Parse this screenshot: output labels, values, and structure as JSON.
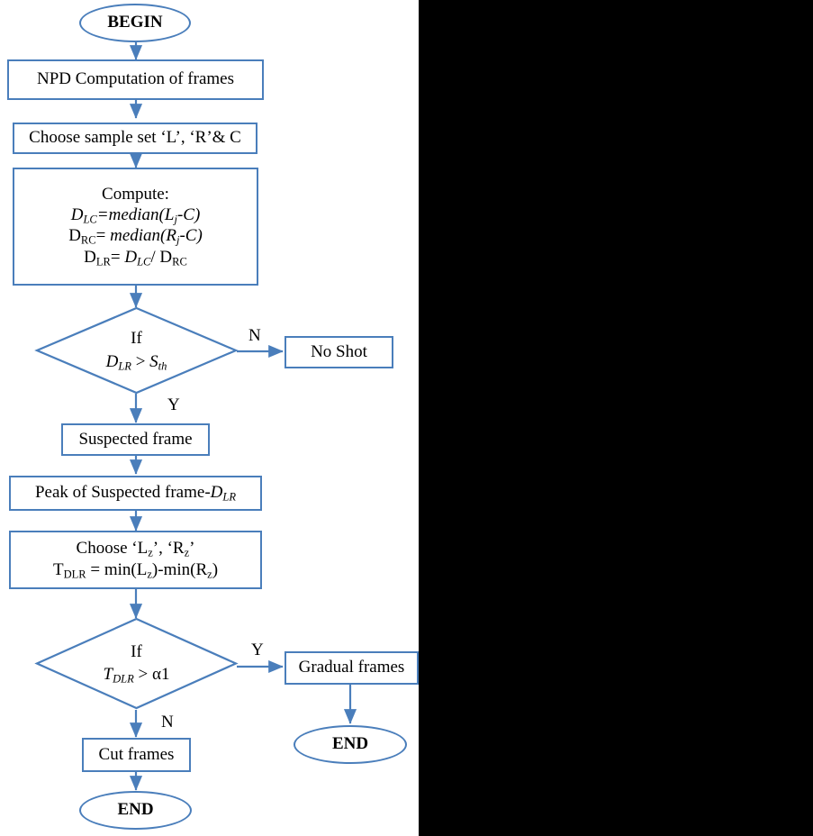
{
  "figure": {
    "type": "flowchart",
    "title": "Shot boundary detection flowchart",
    "colors": {
      "border": "#4A7EBB",
      "arrow": "#4A7EBB",
      "text": "#000000",
      "page_background": "#FFFFFF",
      "outer_background": "#000000"
    }
  },
  "nodes": {
    "begin": {
      "label": "BEGIN",
      "shape": "terminator"
    },
    "npd": {
      "label": "NPD Computation of frames",
      "shape": "process"
    },
    "choose_sample": {
      "label": "Choose sample set ‘L’, ‘R’& C",
      "shape": "process"
    },
    "compute": {
      "shape": "process",
      "line1": "Compute:",
      "line2": {
        "lhs": "D",
        "lhs_sub": "LC",
        "eq": "=",
        "fn": "median(",
        "arg": "L",
        "arg_sub": "j",
        "rest": "-C)"
      },
      "line3": {
        "lhs": "D",
        "lhs_sub": "RC",
        "eq": "= ",
        "fn": "median(",
        "arg": "R",
        "arg_sub": "j",
        "rest": "-C)"
      },
      "line4": {
        "lhs": "D",
        "lhs_sub": "LR",
        "eq": "= ",
        "num": "D",
        "num_sub": "LC",
        "slash": "/ ",
        "den": "D",
        "den_sub": "RC"
      }
    },
    "decision1": {
      "shape": "decision",
      "line1": "If",
      "lhs": "D",
      "lhs_sub": "LR",
      "op": " > ",
      "rhs": "S",
      "rhs_sub": "th"
    },
    "no_shot": {
      "label": "No Shot",
      "shape": "process"
    },
    "suspected": {
      "label": "Suspected frame",
      "shape": "process"
    },
    "peak": {
      "shape": "process",
      "prefix": "Peak of Suspected frame-",
      "sym": "D",
      "sym_sub": "LR"
    },
    "choose_lz": {
      "shape": "process",
      "line1_a": "Choose ‘L",
      "line1_a_sub": "z",
      "line1_b": "’, ‘R",
      "line1_b_sub": "z",
      "line1_c": "’",
      "line2_a": "T",
      "line2_a_sub": "DLR",
      "line2_b": " = min(L",
      "line2_b_sub": "z",
      "line2_c": ")-min(R",
      "line2_c_sub": "z",
      "line2_d": ")"
    },
    "decision2": {
      "shape": "decision",
      "line1": "If",
      "lhs": "T",
      "lhs_sub": "DLR",
      "op": " > ",
      "rhs": "α1"
    },
    "gradual": {
      "label": "Gradual frames",
      "shape": "process"
    },
    "cut": {
      "label": "Cut frames",
      "shape": "process"
    },
    "end_left": {
      "label": "END",
      "shape": "terminator"
    },
    "end_right": {
      "label": "END",
      "shape": "terminator"
    }
  },
  "edge_labels": {
    "d1_no": "N",
    "d1_yes": "Y",
    "d2_yes": "Y",
    "d2_no": "N"
  }
}
